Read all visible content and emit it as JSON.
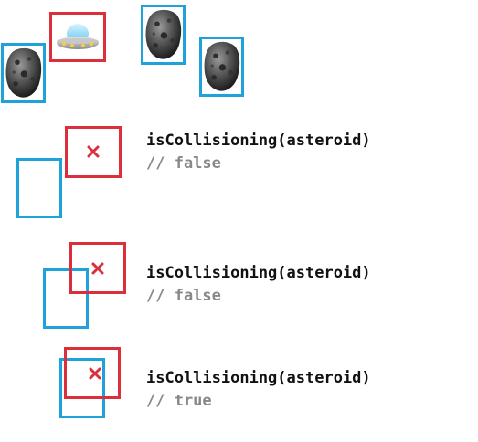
{
  "colors": {
    "asteroid_box": "#1fa2da",
    "ship_box": "#dc2f3c",
    "code_text": "#111111",
    "comment_text": "#888888",
    "cross": "#dc2f3c"
  },
  "icons": {
    "ship": "ufo-icon",
    "asteroid": "asteroid-icon",
    "center_marker": "cross-icon"
  },
  "examples": [
    {
      "code": "isCollisioning(asteroid)",
      "result": "// false"
    },
    {
      "code": "isCollisioning(asteroid)",
      "result": "// false"
    },
    {
      "code": "isCollisioning(asteroid)",
      "result": "// true"
    }
  ]
}
